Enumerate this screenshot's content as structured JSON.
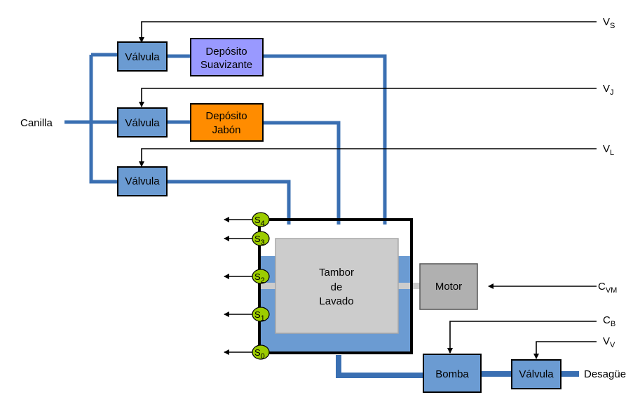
{
  "colors": {
    "pipe": "#3a6fb2",
    "valve": "#6b9bd2",
    "softener": "#9999ff",
    "soap": "#ff8c00",
    "water": "#6b9bd2",
    "drum": "#cccccc",
    "motor": "#b0b0b0",
    "sensor": "#9ccc00"
  },
  "labels": {
    "canilla": "Canilla",
    "desague": "Desagüe",
    "valve": "Válvula",
    "softener_line1": "Depósito",
    "softener_line2": "Suavizante",
    "soap_line1": "Depósito",
    "soap_line2": "Jabón",
    "drum_line1": "Tambor",
    "drum_line2": "de",
    "drum_line3": "Lavado",
    "motor": "Motor",
    "pump": "Bomba"
  },
  "signals": {
    "vs_main": "V",
    "vs_sub": "S",
    "vj_main": "V",
    "vj_sub": "J",
    "vl_main": "V",
    "vl_sub": "L",
    "cvm_main": "C",
    "cvm_sub": "VM",
    "cb_main": "C",
    "cb_sub": "B",
    "vv_main": "V",
    "vv_sub": "V"
  },
  "sensors": [
    {
      "main": "S",
      "sub": "4"
    },
    {
      "main": "S",
      "sub": "3"
    },
    {
      "main": "S",
      "sub": "2"
    },
    {
      "main": "S",
      "sub": "1"
    },
    {
      "main": "S",
      "sub": "0"
    }
  ]
}
